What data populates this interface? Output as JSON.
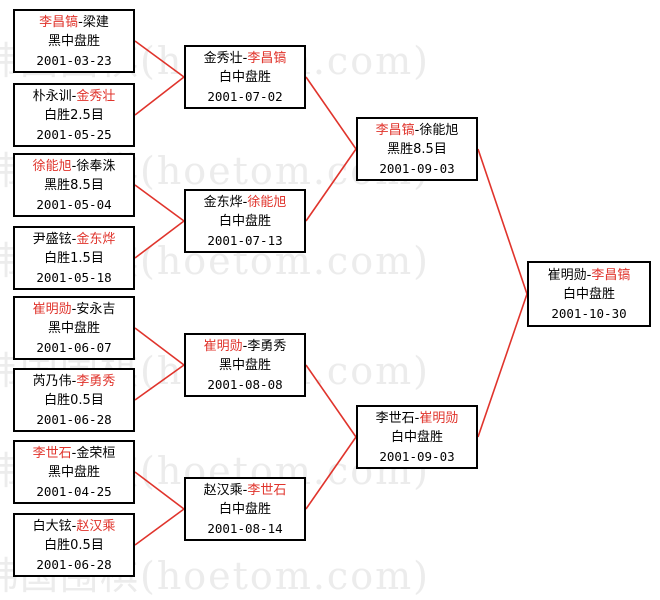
{
  "watermark": "韩国围棋(hoetom.com)",
  "rounds": [
    [
      {
        "p1": "李昌镐",
        "p2": "梁建",
        "winner": 1,
        "result": "黑中盘胜",
        "date": "2001-03-23"
      },
      {
        "p1": "朴永训",
        "p2": "金秀壮",
        "winner": 2,
        "result": "白胜2.5目",
        "date": "2001-05-25"
      },
      {
        "p1": "徐能旭",
        "p2": "徐奉洙",
        "winner": 1,
        "result": "黑胜8.5目",
        "date": "2001-05-04"
      },
      {
        "p1": "尹盛铉",
        "p2": "金东烨",
        "winner": 2,
        "result": "白胜1.5目",
        "date": "2001-05-18"
      },
      {
        "p1": "崔明勋",
        "p2": "安永吉",
        "winner": 1,
        "result": "黑中盘胜",
        "date": "2001-06-07"
      },
      {
        "p1": "芮乃伟",
        "p2": "李勇秀",
        "winner": 2,
        "result": "白胜0.5目",
        "date": "2001-06-28"
      },
      {
        "p1": "李世石",
        "p2": "金荣桓",
        "winner": 1,
        "result": "黑中盘胜",
        "date": "2001-04-25"
      },
      {
        "p1": "白大铉",
        "p2": "赵汉乘",
        "winner": 2,
        "result": "白胜0.5目",
        "date": "2001-06-28"
      }
    ],
    [
      {
        "p1": "金秀壮",
        "p2": "李昌镐",
        "winner": 2,
        "result": "白中盘胜",
        "date": "2001-07-02"
      },
      {
        "p1": "金东烨",
        "p2": "徐能旭",
        "winner": 2,
        "result": "白中盘胜",
        "date": "2001-07-13"
      },
      {
        "p1": "崔明勋",
        "p2": "李勇秀",
        "winner": 1,
        "result": "黑中盘胜",
        "date": "2001-08-08"
      },
      {
        "p1": "赵汉乘",
        "p2": "李世石",
        "winner": 2,
        "result": "白中盘胜",
        "date": "2001-08-14"
      }
    ],
    [
      {
        "p1": "李昌镐",
        "p2": "徐能旭",
        "winner": 1,
        "result": "黑胜8.5目",
        "date": "2001-09-03"
      },
      {
        "p1": "李世石",
        "p2": "崔明勋",
        "winner": 2,
        "result": "白中盘胜",
        "date": "2001-09-03"
      }
    ],
    [
      {
        "p1": "崔明勋",
        "p2": "李昌镐",
        "winner": 2,
        "result": "白中盘胜",
        "date": "2001-10-30"
      }
    ]
  ],
  "colors": {
    "winner": "#e0342c",
    "line": "#e0342c",
    "border": "#000000"
  }
}
